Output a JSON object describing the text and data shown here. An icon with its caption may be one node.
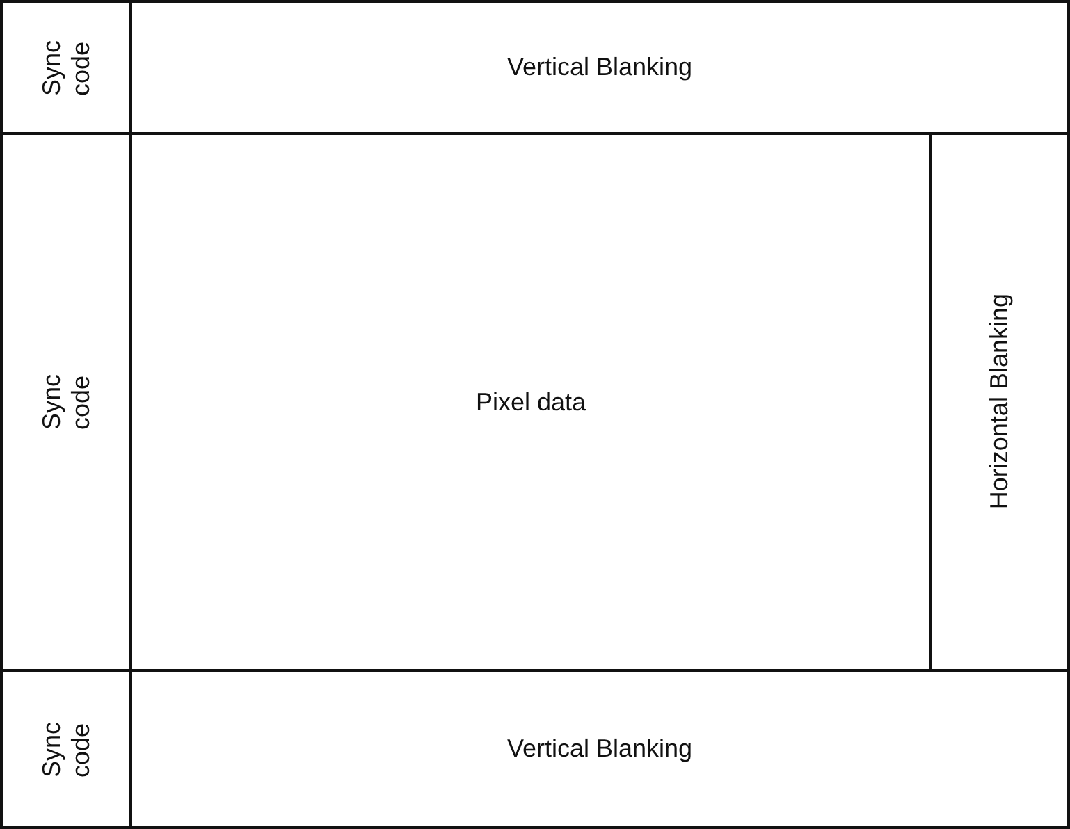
{
  "diagram": {
    "nodes": [
      {
        "text": [
          "Sync code"
        ]
      },
      {
        "text": [
          "Vertical Blanking"
        ]
      },
      {
        "text": [
          "Sync code"
        ]
      },
      {
        "text": [
          "Pixel data"
        ]
      },
      {
        "text": [
          "Horizontal Blanking"
        ]
      },
      {
        "text": [
          "Sync code"
        ]
      },
      {
        "text": [
          "Vertical Blanking"
        ]
      }
    ]
  }
}
